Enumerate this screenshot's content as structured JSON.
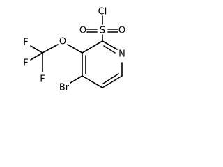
{
  "molecule": {
    "atoms": {
      "chlorine": "Cl",
      "sulfur": "S",
      "oxygen_sulfonyl_left": "O",
      "oxygen_sulfonyl_right": "O",
      "oxygen_ether": "O",
      "nitrogen": "N",
      "bromine": "Br",
      "fluorine_1": "F",
      "fluorine_2": "F",
      "fluorine_3": "F"
    }
  }
}
